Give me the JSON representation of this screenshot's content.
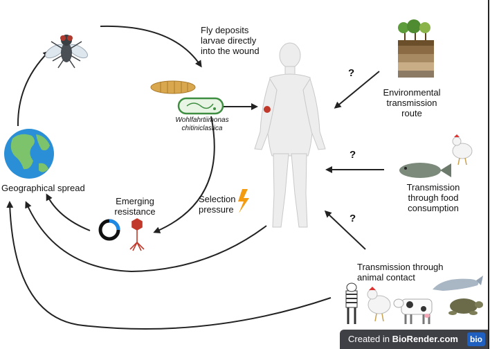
{
  "labels": {
    "fly_deposits": "Fly deposits larvae directly into the wound",
    "bacterium": "Wohlfahrtiimonas chitiniclastica",
    "geo_spread": "Geographical spread",
    "emerging_resistance": "Emerging resistance",
    "selection_pressure": "Selection pressure",
    "env_route": "Environmental transmission route",
    "food_route": "Transmission through food consumption",
    "animal_route": "Transmission through animal contact"
  },
  "question_marks": [
    "?",
    "?",
    "?"
  ],
  "footer": {
    "created_in": "Created in",
    "brand": "BioRender.com",
    "logo": "bio"
  },
  "colors": {
    "globe_ocean": "#2a8fd6",
    "globe_land": "#7cc36b",
    "wound": "#c0392b",
    "bacterium": "#3e8e41",
    "larva": "#d9a84e",
    "lightning": "#f39c12",
    "phage": "#c0392b",
    "ring": "#1e88e5"
  }
}
